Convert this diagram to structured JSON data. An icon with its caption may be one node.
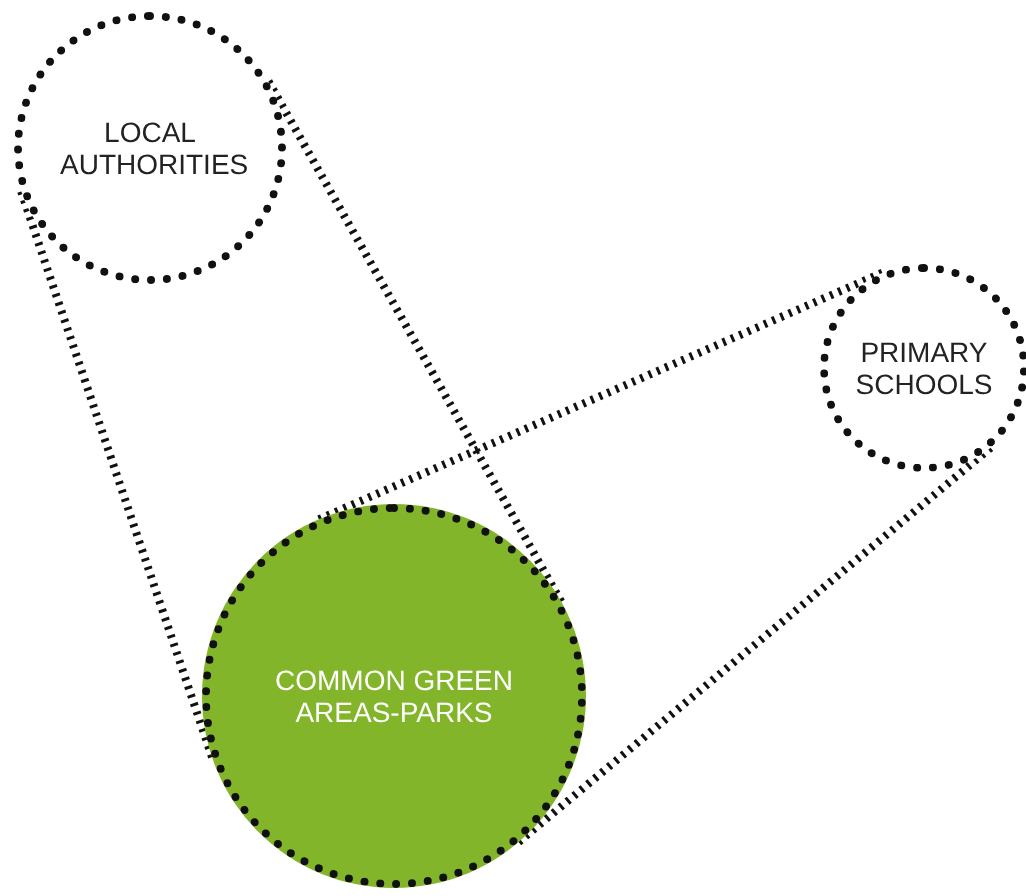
{
  "diagram": {
    "nodes": [
      {
        "text": [
          "LOCAL AUTHORITIES"
        ]
      },
      {
        "text": [
          "PRIMARY SCHOOLS"
        ]
      },
      {
        "text": [
          "COMMON GREEN AREAS-PARKS"
        ]
      }
    ],
    "edges": [
      {
        "from": 0,
        "to": 2,
        "arrow": "none"
      },
      {
        "from": 0,
        "to": 2,
        "arrow": "none"
      },
      {
        "from": 1,
        "to": 2,
        "arrow": "none"
      },
      {
        "from": 1,
        "to": 2,
        "arrow": "none"
      }
    ]
  }
}
